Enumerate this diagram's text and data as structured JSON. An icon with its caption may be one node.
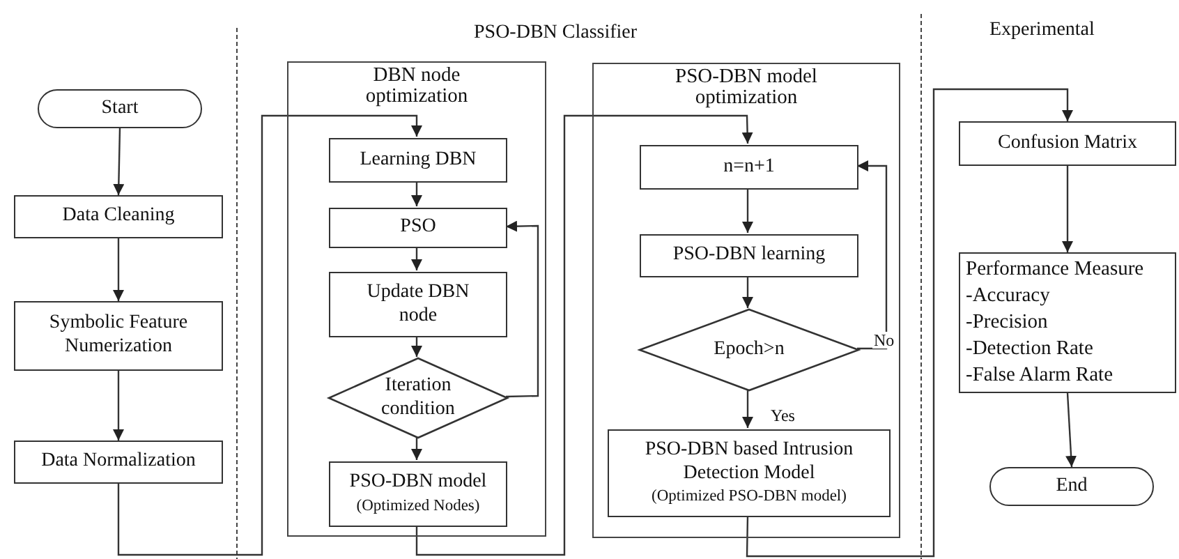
{
  "diagram": {
    "nodes": [
      {
        "text": [
          "Start"
        ]
      },
      {
        "text": [
          "Data Cleaning"
        ]
      },
      {
        "text": [
          "Symbolic Feature Numerization"
        ]
      },
      {
        "text": [
          "Data Normalization"
        ]
      },
      {
        "text": [
          "DBN node optimization"
        ]
      },
      {
        "text": [
          "Learning DBN"
        ],
        "in": 4
      },
      {
        "text": [
          "PSO"
        ],
        "in": 4
      },
      {
        "text": [
          "Update DBN node"
        ],
        "in": 4
      },
      {
        "text": [
          "Iteration condition"
        ],
        "in": 4
      },
      {
        "text": [
          "PSO-DBN model",
          "(Optimized Nodes)"
        ],
        "in": 4
      },
      {
        "text": [
          "PSO-DBN model optimization"
        ]
      },
      {
        "text": [
          "n=n+1"
        ],
        "in": 10
      },
      {
        "text": [
          "PSO-DBN learning"
        ],
        "in": 10
      },
      {
        "text": [
          "Epoch>n"
        ],
        "in": 10
      },
      {
        "text": [
          "PSO-DBN based Intrusion Detection Model",
          "(Optimized PSO-DBN model)"
        ],
        "in": 10
      },
      {
        "text": [
          "Confusion Matrix"
        ]
      },
      {
        "text": [
          "Performance Measure",
          "-Accuracy",
          "-Precision",
          "-Detection Rate",
          "-False Alarm Rate"
        ]
      },
      {
        "text": [
          "End"
        ]
      }
    ],
    "edges": [
      {
        "from": 0,
        "to": 1,
        "arrow": "to"
      },
      {
        "from": 1,
        "to": 2,
        "arrow": "to"
      },
      {
        "from": 2,
        "to": 3,
        "arrow": "to"
      },
      {
        "from": 3,
        "to": 5,
        "arrow": "to"
      },
      {
        "from": 5,
        "to": 6,
        "arrow": "to"
      },
      {
        "from": 6,
        "to": 7,
        "arrow": "to"
      },
      {
        "from": 7,
        "to": 8,
        "arrow": "to"
      },
      {
        "from": 8,
        "to": 9,
        "arrow": "to"
      },
      {
        "from": 8,
        "to": 6,
        "arrow": "to"
      },
      {
        "from": 9,
        "to": 11,
        "arrow": "to"
      },
      {
        "from": 11,
        "to": 12,
        "arrow": "to"
      },
      {
        "from": 12,
        "to": 13,
        "arrow": "to"
      },
      {
        "from": 13,
        "to": 11,
        "arrow": "to",
        "label": "No"
      },
      {
        "from": 13,
        "to": 14,
        "arrow": "to",
        "label": "Yes"
      },
      {
        "from": 14,
        "to": 15,
        "arrow": "to"
      },
      {
        "from": 15,
        "to": 16,
        "arrow": "to"
      },
      {
        "from": 16,
        "to": 17,
        "arrow": "to"
      }
    ],
    "labels": [
      "PSO-DBN Classifier",
      "Experimental"
    ]
  }
}
